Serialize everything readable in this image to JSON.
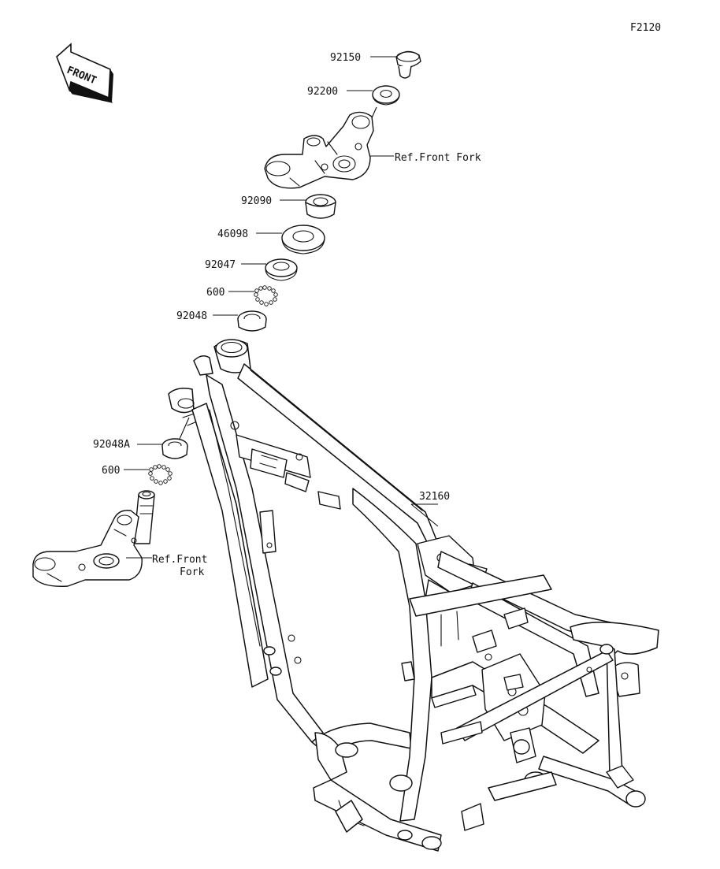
{
  "figure_code": "F2120",
  "direction_label": "FRONT",
  "colors": {
    "ink": "#111111",
    "background": "#ffffff"
  },
  "callouts": [
    {
      "part": "92150"
    },
    {
      "part": "92200"
    },
    {
      "part": "Ref.Front Fork"
    },
    {
      "part": "92090"
    },
    {
      "part": "46098"
    },
    {
      "part": "92047"
    },
    {
      "part": "600"
    },
    {
      "part": "92048"
    },
    {
      "part": "92048A"
    },
    {
      "part": "600"
    },
    {
      "part": "32160"
    },
    {
      "part": "Ref.Front",
      "part_line2": "Fork"
    }
  ]
}
